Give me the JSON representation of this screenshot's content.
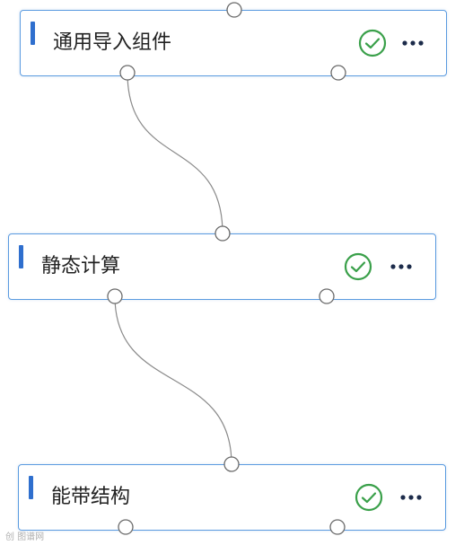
{
  "nodes": [
    {
      "title": "通用导入组件",
      "status": "check-circle-icon",
      "menu": "more-horizontal-icon"
    },
    {
      "title": "静态计算",
      "status": "check-circle-icon",
      "menu": "more-horizontal-icon"
    },
    {
      "title": "能带结构",
      "status": "check-circle-icon",
      "menu": "more-horizontal-icon"
    }
  ],
  "colors": {
    "node_border": "#5b9be0",
    "accent_bar": "#2f6fce",
    "status_green": "#3aa04a",
    "edge": "#8a8a8a"
  },
  "watermark": "创 图谱网"
}
